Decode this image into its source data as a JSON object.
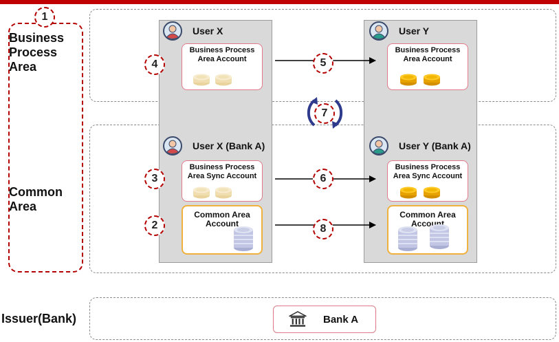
{
  "areas": {
    "business_process": "Business Process Area",
    "business_process_lines": [
      "Business",
      "Process",
      "Area"
    ],
    "common_lines": [
      "Common",
      "Area"
    ],
    "issuer": "Issuer(Bank)"
  },
  "users": {
    "x": "User X",
    "y": "User Y",
    "x_bank": "User X (Bank A)",
    "y_bank": "User Y (Bank A)"
  },
  "accounts": {
    "bpa": [
      "Business Process",
      "Area Account"
    ],
    "bpa_sync": [
      "Business Process",
      "Area Sync Account"
    ],
    "common": [
      "Common Area",
      "Account"
    ]
  },
  "steps": [
    "1",
    "2",
    "3",
    "4",
    "5",
    "6",
    "7",
    "8"
  ],
  "issuer_bank": "Bank A",
  "colors": {
    "accent_red": "#b40000",
    "bar_red": "#c00000",
    "coin_pale": "#f2e2b8",
    "coin_gold": "#f2b705",
    "coin_silver": "#c9cde6",
    "sync_arrow": "#2e3a8c"
  },
  "icons": [
    "user-icon",
    "coin-icon",
    "bank-icon",
    "sync-arrows-icon"
  ]
}
